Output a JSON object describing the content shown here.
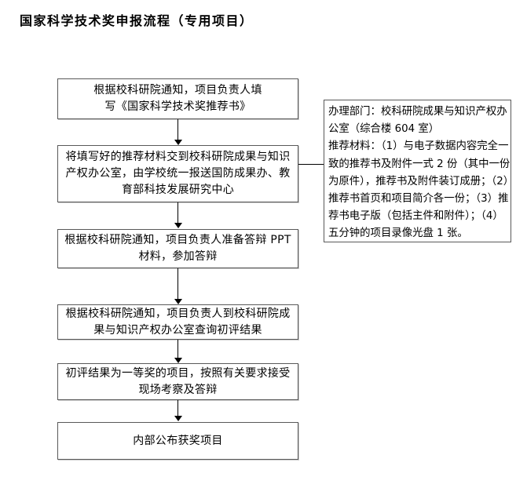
{
  "title": "国家科学技术奖申报流程（专用项目）",
  "flow": {
    "steps": [
      {
        "lines": [
          "根据校科研院通知，项目负责人填",
          "写《国家科学技术奖推荐书》"
        ]
      },
      {
        "lines": [
          "将填写好的推荐材料交到校科研院成果与知识",
          "产权办公室，由学校统一报送国防成果办、教",
          "育部科技发展研究中心"
        ]
      },
      {
        "lines": [
          "根据校科研院通知，项目负责人准备答辩 PPT",
          "材料，参加答辩"
        ]
      },
      {
        "lines": [
          "根据校科研院通知，项目负责人到校科研院成",
          "果与知识产权办公室查询初评结果"
        ]
      },
      {
        "lines": [
          "初评结果为一等奖的项目，按照有关要求接受",
          "现场考察及答辩"
        ]
      },
      {
        "lines": [
          "内部公布获奖项目"
        ]
      }
    ]
  },
  "note": {
    "lines": [
      "办理部门：校科研院成果与知识产权办",
      "公室（综合楼 604 室）",
      "推荐材料：（1）与电子数据内容完全一",
      "致的推荐书及附件一式 2 份（其中一份",
      "为原件），推荐书及附件装订成册；（2）",
      "推荐书首页和项目简介各一份；（3）推",
      "荐书电子版（包括主件和附件）；（4）",
      "五分钟的项目录像光盘 1 张。"
    ]
  },
  "colors": {
    "box_border": "#595959",
    "text": "#000000",
    "connector": "#000000",
    "background": "#ffffff"
  }
}
